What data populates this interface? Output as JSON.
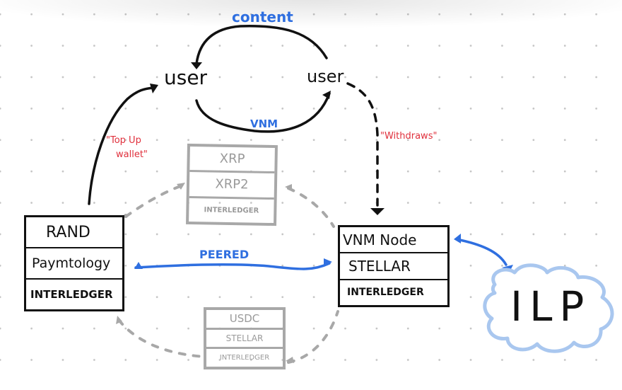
{
  "diagram": {
    "title": "",
    "colors": {
      "ink": "#111111",
      "peer_blue": "#2f6fe0",
      "note_red": "#e0303c",
      "ghost_gray": "#a8a8a8",
      "cloud_blue": "#a9c7ef"
    },
    "users": {
      "left": "user",
      "right": "user"
    },
    "user_flows": {
      "top_label": "content",
      "bottom_label": "VNM"
    },
    "annotations": {
      "top_up": "\"Top Up wallet\"",
      "top_up_line1": "\"Top Up",
      "top_up_line2": "wallet\"",
      "withdraws": "\"Withdraws\""
    },
    "boxes": {
      "left": {
        "rows": [
          "RAND",
          "Paymtology",
          "INTERLEDGER"
        ]
      },
      "right": {
        "rows": [
          "VNM Node",
          "STELLAR",
          "INTERLEDGER"
        ]
      },
      "ghost_top": {
        "rows": [
          "XRP",
          "XRP2",
          "INTERLEDGER"
        ]
      },
      "ghost_bottom": {
        "rows": [
          "USDC",
          "STELLAR",
          "INTERLEDGER"
        ]
      }
    },
    "links": {
      "peered": "PEERED"
    },
    "cloud": {
      "label": "ILP"
    }
  }
}
